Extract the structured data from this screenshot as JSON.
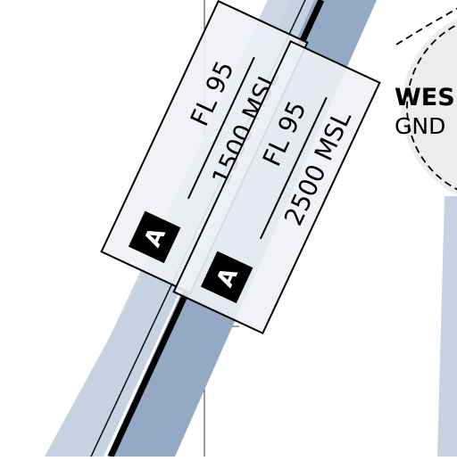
{
  "colors": {
    "background": "#ffffff",
    "airway_dark": "#93a9c4",
    "airway_light": "#c4d2e1",
    "airway_line": "#000000",
    "label_box_fill": "#eef1f5",
    "label_box_stroke": "#000000",
    "class_badge_fill": "#000000",
    "class_badge_text": "#ffffff",
    "airport_ring": "#dcdcdc",
    "airport_dash": "#000000"
  },
  "airspace_labels": [
    {
      "class_badge": "A",
      "upper_limit": "FL 95",
      "lower_limit": "1500 MSL"
    },
    {
      "class_badge": "A",
      "upper_limit": "FL 95",
      "lower_limit": "2500 MSL"
    }
  ],
  "airport": {
    "name": "WES",
    "elevation": "GND"
  }
}
